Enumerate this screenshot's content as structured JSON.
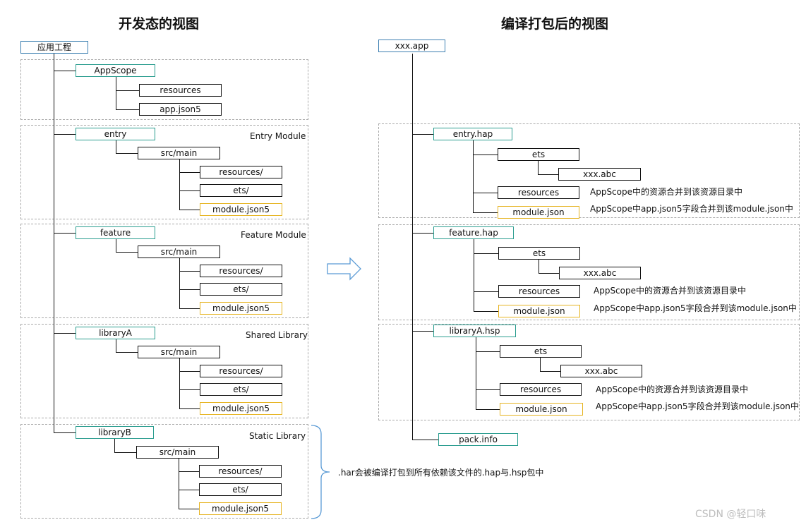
{
  "titles": {
    "dev_view": "开发态的视图",
    "build_view": "编译打包后的视图"
  },
  "left": {
    "root": "应用工程",
    "appscope": {
      "name": "AppScope",
      "children": [
        "resources",
        "app.json5"
      ]
    },
    "modules": [
      {
        "name": "entry",
        "label": "Entry Module",
        "src": "src/main",
        "files": [
          "resources/",
          "ets/",
          "module.json5"
        ]
      },
      {
        "name": "feature",
        "label": "Feature Module",
        "src": "src/main",
        "files": [
          "resources/",
          "ets/",
          "module.json5"
        ]
      },
      {
        "name": "libraryA",
        "label": "Shared Library",
        "src": "src/main",
        "files": [
          "resources/",
          "ets/",
          "module.json5"
        ]
      },
      {
        "name": "libraryB",
        "label": "Static Library",
        "src": "src/main",
        "files": [
          "resources/",
          "ets/",
          "module.json5"
        ]
      }
    ],
    "har_note": ".har会被编译打包到所有依赖该文件的.hap与.hsp包中"
  },
  "right": {
    "root": "xxx.app",
    "packages": [
      {
        "name": "entry.hap",
        "ets": "ets",
        "abc": "xxx.abc",
        "resources": "resources",
        "module": "module.json",
        "note_resources": "AppScope中的资源合并到该资源目录中",
        "note_module": "AppScope中app.json5字段合并到该module.json中"
      },
      {
        "name": "feature.hap",
        "ets": "ets",
        "abc": "xxx.abc",
        "resources": "resources",
        "module": "module.json",
        "note_resources": "AppScope中的资源合并到该资源目录中",
        "note_module": "AppScope中app.json5字段合并到该module.json中"
      },
      {
        "name": "libraryA.hsp",
        "ets": "ets",
        "abc": "xxx.abc",
        "resources": "resources",
        "module": "module.json",
        "note_resources": "AppScope中的资源合并到该资源目录中",
        "note_module": "AppScope中app.json5字段合并到该module.json中"
      }
    ],
    "pack_info": "pack.info"
  },
  "colors": {
    "teal_border": "#2a9d8f",
    "yellow_border": "#e6b422",
    "root_border": "#3c7fb1",
    "arrow": "#5b9bd5",
    "brace": "#5b9bd5"
  },
  "watermark": "CSDN @轻口味"
}
